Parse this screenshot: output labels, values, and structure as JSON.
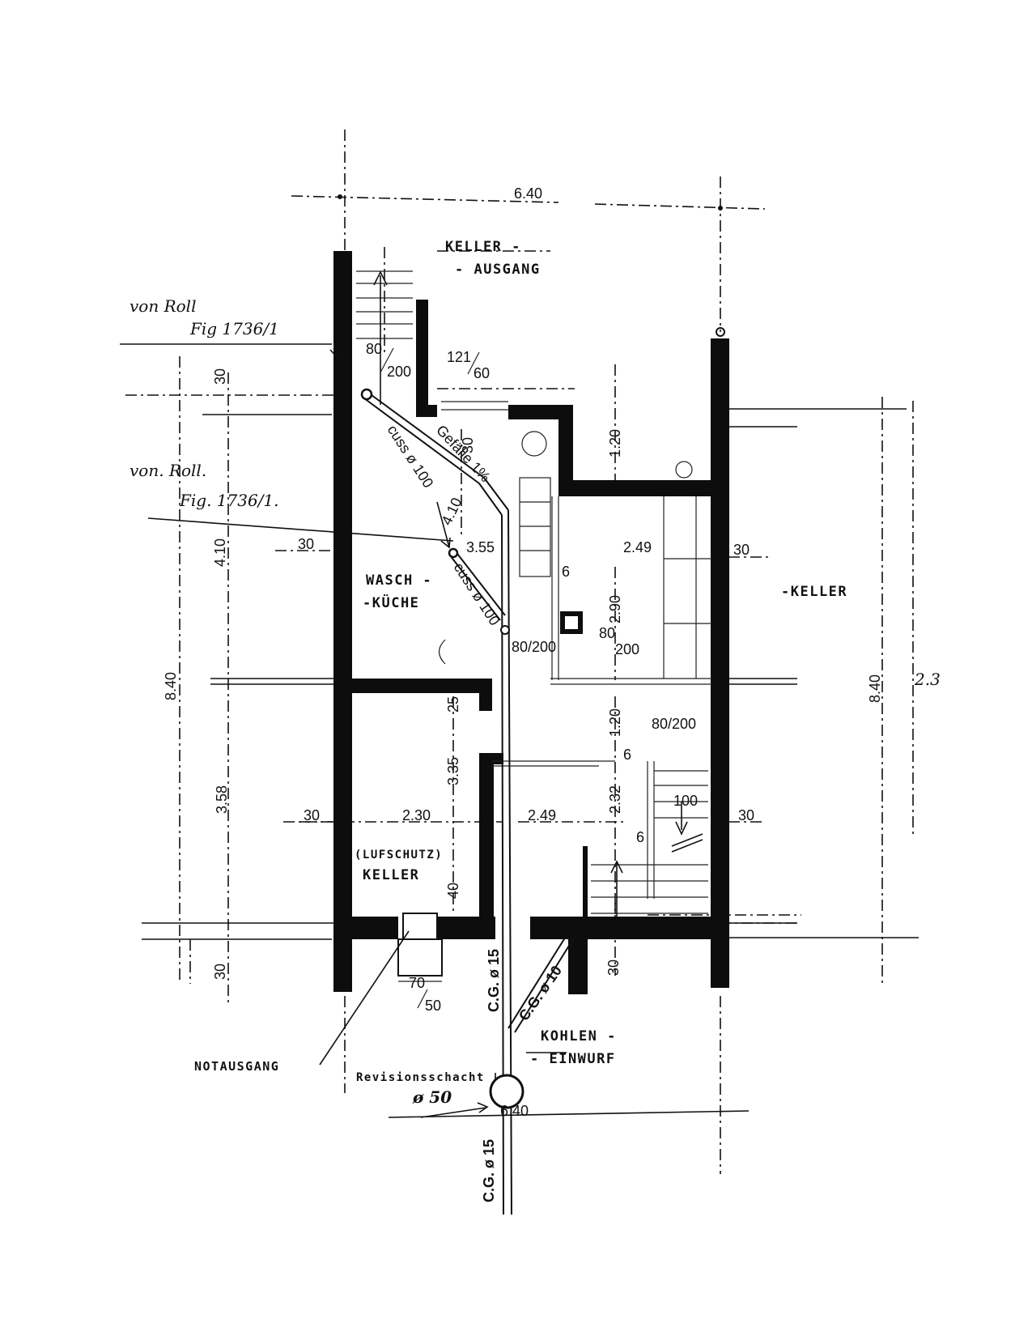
{
  "labels": {
    "keller_ausgang_1": "KELLER -",
    "keller_ausgang_2": "- AUSGANG",
    "waschkueche_1": "WASCH -",
    "waschkueche_2": "-KÜCHE",
    "keller_right": "-KELLER",
    "luftschutz_1": "(LUFSCHUTZ)",
    "luftschutz_2": "KELLER",
    "notausgang": "NOTAUSGANG",
    "revisionsschacht": "Revisionsschacht",
    "revisionsschacht_dia": "ø 50",
    "kohlen_1": "KOHLEN -",
    "kohlen_2": "- EINWURF"
  },
  "annotations": {
    "von_roll_1a": "von Roll",
    "von_roll_1b": "Fig 1736/1",
    "von_roll_2a": "von. Roll.",
    "von_roll_2b": "Fig. 1736/1.",
    "side_mark": "2.3"
  },
  "dimensions": {
    "top_width": "6.40",
    "bottom_width": "6.40",
    "left_total": "8.40",
    "right_total": "8.40",
    "left_30_top": "30",
    "left_410": "4.10",
    "left_358": "3.58",
    "left_30_bottom": "30",
    "door_80_200_top_num": "80",
    "door_80_200_top_den": "200",
    "window_121_60_num": "121",
    "window_121_60_den": "60",
    "wall_30_left_mid": "30",
    "wall_30_right_mid": "30",
    "wall_30_left_low": "30",
    "wall_30_right_low": "30",
    "room_249_upper": "2.49",
    "room_290": "2.90",
    "room_120_upper": "1.20",
    "room_120_lower": "1.20",
    "door_80_200_right": "80/200",
    "door_80_200_mid_num": "80",
    "door_80_200_mid_den": "200",
    "door_80_200_wk": "80/200",
    "corridor_355": "3.55",
    "corridor_410": "4.10",
    "corridor_30": "30",
    "room_230": "2.30",
    "room_335": "3.35",
    "room_25": "25",
    "room_40": "40",
    "room_249_lower": "2.49",
    "room_232": "2.32",
    "stair_100": "100",
    "stair_6a": "6",
    "stair_6b": "6",
    "wall_6": "6",
    "bottom_30": "30",
    "notausgang_70_num": "70",
    "notausgang_70_den": "50"
  },
  "pipes": {
    "cuss_upper": "cuss ø 100",
    "gefaelle": "Gefälle 1%",
    "cuss_lower": "cuss ø 100",
    "cg_main": "C.G. ø 15",
    "cg_kohle": "C.G. ø 10",
    "cg_bottom": "C.G. ø 15"
  }
}
